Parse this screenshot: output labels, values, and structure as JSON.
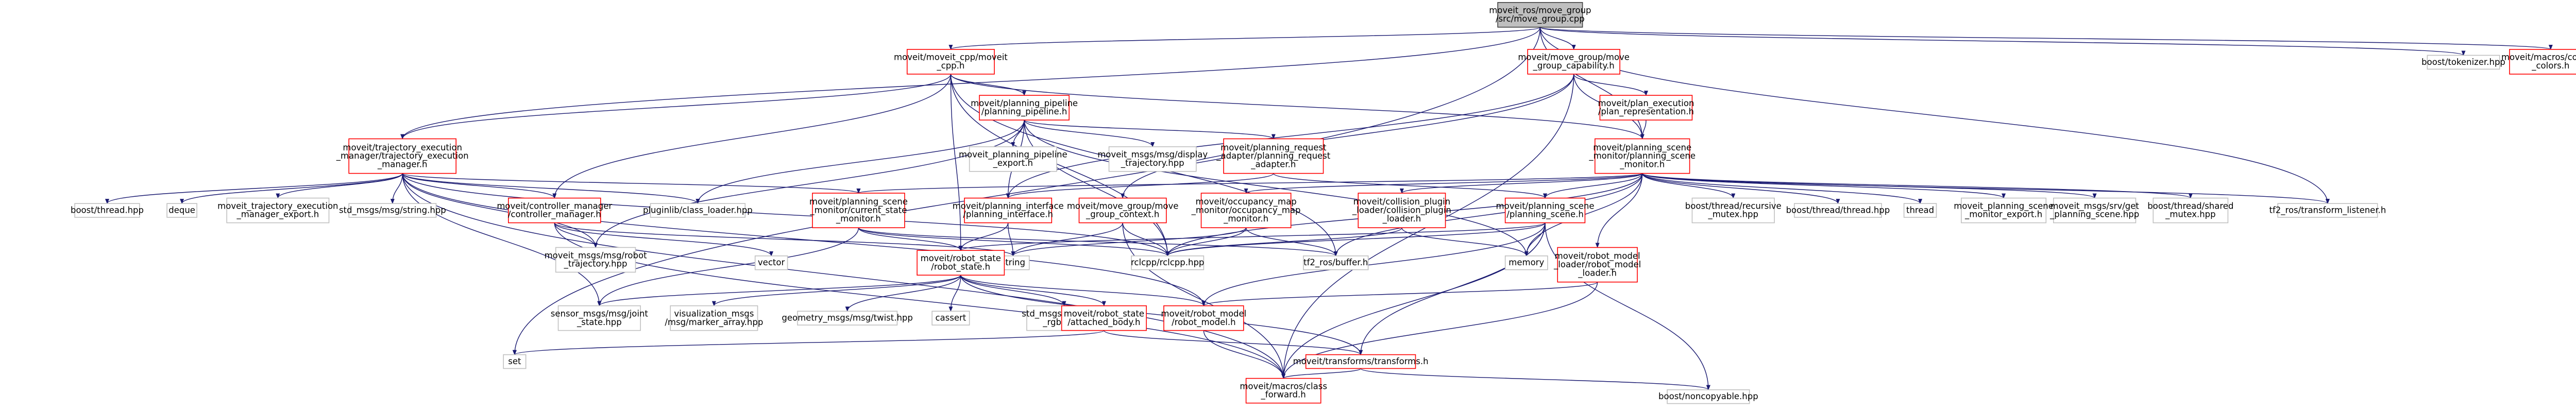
{
  "colors": {
    "background": "#ffffff",
    "edge_dark": "#191970",
    "edge_green": "#2e8b57",
    "node_border_default": "#c0c0c0",
    "node_border_link": "#ff0000",
    "node_border_root": "#404040",
    "node_fill_root": "#bfbfbf",
    "text": "#000000"
  },
  "nodes": [
    {
      "id": "root",
      "lines": [
        "moveit_ros/move_group",
        "/src/move_group.cpp"
      ],
      "style": "root"
    },
    {
      "id": "cpp_moveit",
      "lines": [
        "moveit/moveit_cpp/moveit",
        "_cpp.h"
      ],
      "style": "link"
    },
    {
      "id": "mg_capability",
      "lines": [
        "moveit/move_group/move",
        "_group_capability.h"
      ],
      "style": "link"
    },
    {
      "id": "boost_tokenizer",
      "lines": [
        "boost/tokenizer.hpp"
      ],
      "style": "default"
    },
    {
      "id": "console_colors",
      "lines": [
        "moveit/macros/console",
        "_colors.h"
      ],
      "style": "link"
    },
    {
      "id": "planning_pipeline",
      "lines": [
        "moveit/planning_pipeline",
        "/planning_pipeline.h"
      ],
      "style": "link"
    },
    {
      "id": "plan_representation",
      "lines": [
        "moveit/plan_execution",
        "/plan_representation.h"
      ],
      "style": "link"
    },
    {
      "id": "tem",
      "lines": [
        "moveit/trajectory_execution",
        "_manager/trajectory_execution",
        "_manager.h"
      ],
      "style": "link"
    },
    {
      "id": "psm",
      "lines": [
        "moveit/planning_scene",
        "_monitor/planning_scene",
        "_monitor.h"
      ],
      "style": "link"
    },
    {
      "id": "pp_export",
      "lines": [
        "moveit_planning_pipeline",
        "_export.h"
      ],
      "style": "default"
    },
    {
      "id": "display_traj",
      "lines": [
        "moveit_msgs/msg/display",
        "_trajectory.hpp"
      ],
      "style": "default"
    },
    {
      "id": "pr_adapter",
      "lines": [
        "moveit/planning_request",
        "_adapter/planning_request",
        "_adapter.h"
      ],
      "style": "link"
    },
    {
      "id": "boost_thread_hpp",
      "lines": [
        "boost/thread.hpp"
      ],
      "style": "default"
    },
    {
      "id": "deque",
      "lines": [
        "deque"
      ],
      "style": "default"
    },
    {
      "id": "tem_export",
      "lines": [
        "moveit_trajectory_execution",
        "_manager_export.h"
      ],
      "style": "default"
    },
    {
      "id": "std_string",
      "lines": [
        "std_msgs/msg/string.hpp"
      ],
      "style": "default"
    },
    {
      "id": "pluginlib",
      "lines": [
        "pluginlib/class_loader.hpp"
      ],
      "style": "default"
    },
    {
      "id": "controller_manager",
      "lines": [
        "moveit/controller_manager",
        "/controller_manager.h"
      ],
      "style": "link"
    },
    {
      "id": "current_state_monitor",
      "lines": [
        "moveit/planning_scene",
        "_monitor/current_state",
        "_monitor.h"
      ],
      "style": "link"
    },
    {
      "id": "planning_interface",
      "lines": [
        "moveit/planning_interface",
        "/planning_interface.h"
      ],
      "style": "link"
    },
    {
      "id": "mg_context",
      "lines": [
        "moveit/move_group/move",
        "_group_context.h"
      ],
      "style": "link"
    },
    {
      "id": "occupancy_map",
      "lines": [
        "moveit/occupancy_map",
        "_monitor/occupancy_map",
        "_monitor.h"
      ],
      "style": "link"
    },
    {
      "id": "collision_plugin",
      "lines": [
        "moveit/collision_plugin",
        "_loader/collision_plugin",
        "_loader.h"
      ],
      "style": "link"
    },
    {
      "id": "planning_scene",
      "lines": [
        "moveit/planning_scene",
        "/planning_scene.h"
      ],
      "style": "link"
    },
    {
      "id": "recursive_mutex",
      "lines": [
        "boost/thread/recursive",
        "_mutex.hpp"
      ],
      "style": "default"
    },
    {
      "id": "thread_thread",
      "lines": [
        "boost/thread/thread.hpp"
      ],
      "style": "default"
    },
    {
      "id": "thread",
      "lines": [
        "thread"
      ],
      "style": "default"
    },
    {
      "id": "psm_export",
      "lines": [
        "moveit_planning_scene",
        "_monitor_export.h"
      ],
      "style": "default"
    },
    {
      "id": "get_planning_scene",
      "lines": [
        "moveit_msgs/srv/get",
        "_planning_scene.hpp"
      ],
      "style": "default"
    },
    {
      "id": "shared_mutex",
      "lines": [
        "boost/thread/shared",
        "_mutex.hpp"
      ],
      "style": "default"
    },
    {
      "id": "tf2_listener",
      "lines": [
        "tf2_ros/transform_listener.h"
      ],
      "style": "default"
    },
    {
      "id": "vector",
      "lines": [
        "vector"
      ],
      "style": "default"
    },
    {
      "id": "robot_trajectory",
      "lines": [
        "moveit_msgs/msg/robot",
        "_trajectory.hpp"
      ],
      "style": "default"
    },
    {
      "id": "string",
      "lines": [
        "string"
      ],
      "style": "default"
    },
    {
      "id": "robot_state",
      "lines": [
        "moveit/robot_state",
        "/robot_state.h"
      ],
      "style": "link"
    },
    {
      "id": "rclcpp",
      "lines": [
        "rclcpp/rclcpp.hpp"
      ],
      "style": "default"
    },
    {
      "id": "tf2_buffer",
      "lines": [
        "tf2_ros/buffer.h"
      ],
      "style": "default"
    },
    {
      "id": "memory",
      "lines": [
        "memory"
      ],
      "style": "default"
    },
    {
      "id": "robot_model_loader",
      "lines": [
        "moveit/robot_model",
        "_loader/robot_model",
        "_loader.h"
      ],
      "style": "link"
    },
    {
      "id": "joint_state",
      "lines": [
        "sensor_msgs/msg/joint",
        "_state.hpp"
      ],
      "style": "default"
    },
    {
      "id": "marker_array",
      "lines": [
        "visualization_msgs",
        "/msg/marker_array.hpp"
      ],
      "style": "default"
    },
    {
      "id": "twist",
      "lines": [
        "geometry_msgs/msg/twist.hpp"
      ],
      "style": "default"
    },
    {
      "id": "cassert",
      "lines": [
        "cassert"
      ],
      "style": "default"
    },
    {
      "id": "color_rgba",
      "lines": [
        "std_msgs/msg/color",
        "_rgba.hpp"
      ],
      "style": "default"
    },
    {
      "id": "attached_body",
      "lines": [
        "moveit/robot_state",
        "/attached_body.h"
      ],
      "style": "link"
    },
    {
      "id": "robot_model",
      "lines": [
        "moveit/robot_model",
        "/robot_model.h"
      ],
      "style": "link"
    },
    {
      "id": "set",
      "lines": [
        "set"
      ],
      "style": "default"
    },
    {
      "id": "transforms",
      "lines": [
        "moveit/transforms/transforms.h"
      ],
      "style": "link"
    },
    {
      "id": "noncopyable",
      "lines": [
        "boost/noncopyable.hpp"
      ],
      "style": "default"
    },
    {
      "id": "class_forward",
      "lines": [
        "moveit/macros/class",
        "_forward.h"
      ],
      "style": "link"
    }
  ],
  "edges": [
    [
      "root",
      "cpp_moveit"
    ],
    [
      "root",
      "mg_capability"
    ],
    [
      "root",
      "boost_tokenizer"
    ],
    [
      "root",
      "console_colors"
    ],
    [
      "root",
      "tem"
    ],
    [
      "root",
      "psm"
    ],
    [
      "root",
      "tf2_listener"
    ],
    [
      "root",
      "set"
    ],
    [
      "cpp_moveit",
      "planning_pipeline"
    ],
    [
      "cpp_moveit",
      "tem"
    ],
    [
      "cpp_moveit",
      "psm"
    ],
    [
      "cpp_moveit",
      "controller_manager"
    ],
    [
      "cpp_moveit",
      "robot_state"
    ],
    [
      "cpp_moveit",
      "rclcpp"
    ],
    [
      "cpp_moveit",
      "tf2_buffer"
    ],
    [
      "mg_capability",
      "plan_representation"
    ],
    [
      "mg_capability",
      "psm"
    ],
    [
      "mg_capability",
      "mg_context"
    ],
    [
      "mg_capability",
      "planning_interface"
    ],
    [
      "mg_capability",
      "class_forward"
    ],
    [
      "planning_pipeline",
      "pp_export"
    ],
    [
      "planning_pipeline",
      "display_traj"
    ],
    [
      "planning_pipeline",
      "pr_adapter"
    ],
    [
      "planning_pipeline",
      "planning_interface"
    ],
    [
      "planning_pipeline",
      "pluginlib"
    ],
    [
      "planning_pipeline",
      "rclcpp"
    ],
    [
      "planning_pipeline",
      "memory"
    ],
    [
      "planning_pipeline",
      "robot_trajectory"
    ],
    [
      "plan_representation",
      "psm"
    ],
    [
      "tem",
      "boost_thread_hpp"
    ],
    [
      "tem",
      "deque"
    ],
    [
      "tem",
      "tem_export"
    ],
    [
      "tem",
      "std_string"
    ],
    [
      "tem",
      "pluginlib"
    ],
    [
      "tem",
      "controller_manager"
    ],
    [
      "tem",
      "current_state_monitor"
    ],
    [
      "tem",
      "robot_model"
    ],
    [
      "tem",
      "robot_trajectory"
    ],
    [
      "tem",
      "rclcpp"
    ],
    [
      "tem",
      "joint_state"
    ],
    [
      "tem",
      "class_forward"
    ],
    [
      "psm",
      "current_state_monitor"
    ],
    [
      "psm",
      "occupancy_map"
    ],
    [
      "psm",
      "collision_plugin"
    ],
    [
      "psm",
      "planning_scene"
    ],
    [
      "psm",
      "recursive_mutex"
    ],
    [
      "psm",
      "thread_thread"
    ],
    [
      "psm",
      "thread"
    ],
    [
      "psm",
      "psm_export"
    ],
    [
      "psm",
      "get_planning_scene"
    ],
    [
      "psm",
      "shared_mutex"
    ],
    [
      "psm",
      "tf2_listener"
    ],
    [
      "psm",
      "robot_model_loader"
    ],
    [
      "psm",
      "memory"
    ],
    [
      "psm",
      "rclcpp"
    ],
    [
      "psm",
      "tf2_buffer"
    ],
    [
      "pr_adapter",
      "planning_interface"
    ],
    [
      "pr_adapter",
      "planning_scene"
    ],
    [
      "controller_manager",
      "robot_trajectory"
    ],
    [
      "controller_manager",
      "vector"
    ],
    [
      "controller_manager",
      "string"
    ],
    [
      "controller_manager",
      "class_forward"
    ],
    [
      "current_state_monitor",
      "robot_state"
    ],
    [
      "current_state_monitor",
      "joint_state"
    ],
    [
      "current_state_monitor",
      "tf2_buffer"
    ],
    [
      "current_state_monitor",
      "rclcpp"
    ],
    [
      "planning_interface",
      "robot_state"
    ],
    [
      "planning_interface",
      "string"
    ],
    [
      "mg_context",
      "rclcpp"
    ],
    [
      "mg_context",
      "string"
    ],
    [
      "mg_context",
      "class_forward"
    ],
    [
      "occupancy_map",
      "rclcpp"
    ],
    [
      "occupancy_map",
      "tf2_buffer"
    ],
    [
      "occupancy_map",
      "string"
    ],
    [
      "collision_plugin",
      "rclcpp"
    ],
    [
      "collision_plugin",
      "memory"
    ],
    [
      "planning_scene",
      "robot_model"
    ],
    [
      "planning_scene",
      "robot_state"
    ],
    [
      "planning_scene",
      "transforms"
    ],
    [
      "planning_scene",
      "noncopyable"
    ],
    [
      "planning_scene",
      "memory"
    ],
    [
      "planning_scene",
      "class_forward"
    ],
    [
      "planning_scene",
      "rclcpp"
    ],
    [
      "robot_state",
      "robot_model"
    ],
    [
      "robot_state",
      "attached_body"
    ],
    [
      "robot_state",
      "transforms"
    ],
    [
      "robot_state",
      "joint_state"
    ],
    [
      "robot_state",
      "marker_array"
    ],
    [
      "robot_state",
      "twist"
    ],
    [
      "robot_state",
      "cassert"
    ],
    [
      "robot_state",
      "color_rgba"
    ],
    [
      "robot_model_loader",
      "robot_model"
    ],
    [
      "robot_model_loader",
      "class_forward"
    ],
    [
      "attached_body",
      "transforms"
    ],
    [
      "attached_body",
      "set"
    ],
    [
      "robot_model",
      "class_forward"
    ],
    [
      "transforms",
      "class_forward"
    ],
    [
      "transforms",
      "noncopyable"
    ]
  ]
}
